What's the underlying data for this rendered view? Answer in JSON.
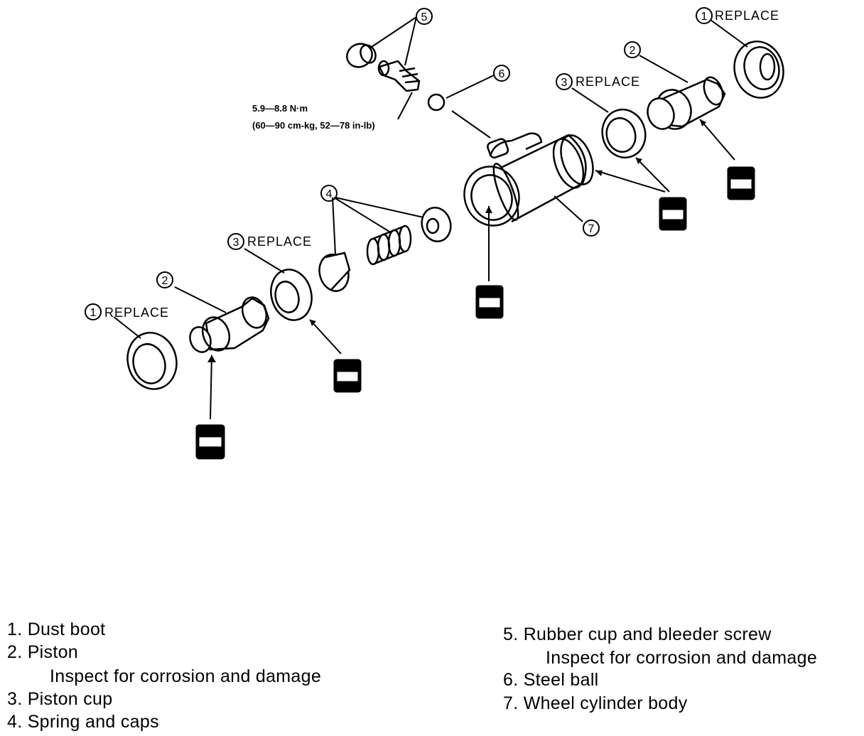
{
  "diagram": {
    "callouts": {
      "c1": "1",
      "c2": "2",
      "c3": "3",
      "c4": "4",
      "c5": "5",
      "c6": "6",
      "c7": "7"
    },
    "replace_label": "REPLACE",
    "torque_line1": "5.9—8.8 N·m",
    "torque_line2": "(60—90 cm-kg, 52—78 in-lb)"
  },
  "legend": {
    "left": [
      {
        "text": "1. Dust boot"
      },
      {
        "text": "2. Piston",
        "note": "Inspect for corrosion and damage"
      },
      {
        "text": "3. Piston cup"
      },
      {
        "text": "4. Spring and caps"
      }
    ],
    "right": [
      {
        "text": "5. Rubber cup and bleeder screw",
        "note": "Inspect for corrosion and damage"
      },
      {
        "text": "6. Steel ball"
      },
      {
        "text": "7. Wheel cylinder body"
      }
    ]
  }
}
